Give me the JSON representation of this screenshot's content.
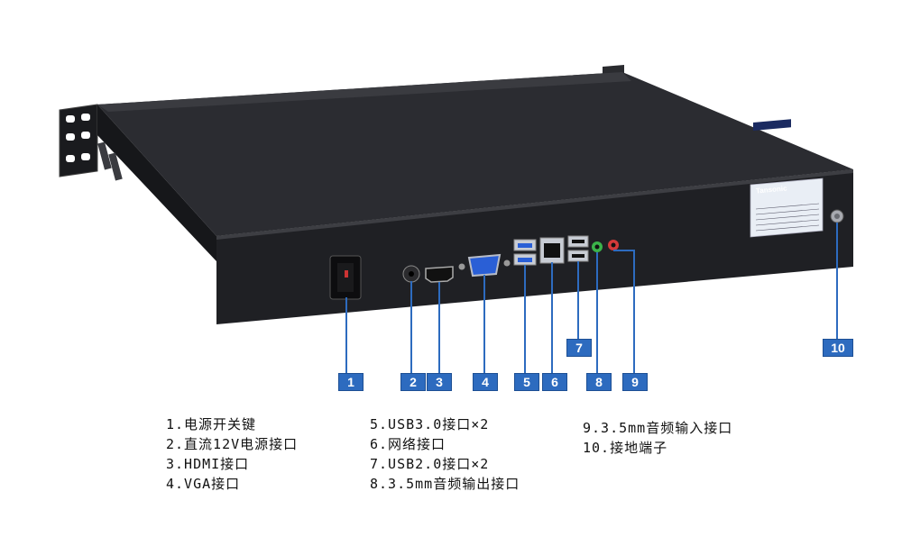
{
  "callouts": [
    {
      "num": "1",
      "label": "电源开关键"
    },
    {
      "num": "2",
      "label": "直流12V电源接口"
    },
    {
      "num": "3",
      "label": "HDMI接口"
    },
    {
      "num": "4",
      "label": "VGA接口"
    },
    {
      "num": "5",
      "label": "USB3.0接口×2"
    },
    {
      "num": "6",
      "label": "网络接口"
    },
    {
      "num": "7",
      "label": "USB2.0接口×2"
    },
    {
      "num": "8",
      "label": "3.5mm音频输出接口"
    },
    {
      "num": "9",
      "label": "3.5mm音频输入接口"
    },
    {
      "num": "10",
      "label": "接地端子"
    }
  ],
  "legend": {
    "col1": [
      "1.电源开关键",
      "2.直流12V电源接口",
      "3.HDMI接口",
      "4.VGA接口"
    ],
    "col2": [
      "5.USB3.0接口×2",
      "6.网络接口",
      "7.USB2.0接口×2",
      "8.3.5mm音频输出接口"
    ],
    "col3": [
      "9.3.5mm音频输入接口",
      "10.接地端子"
    ]
  },
  "nameplate": {
    "brand": "Tansonic"
  },
  "colors": {
    "callout": "#2d6bbf",
    "chassis": "#1f2024",
    "port_blue": "#2a5fd6",
    "audio_green": "#3bb34a",
    "audio_red": "#d43a3a"
  }
}
